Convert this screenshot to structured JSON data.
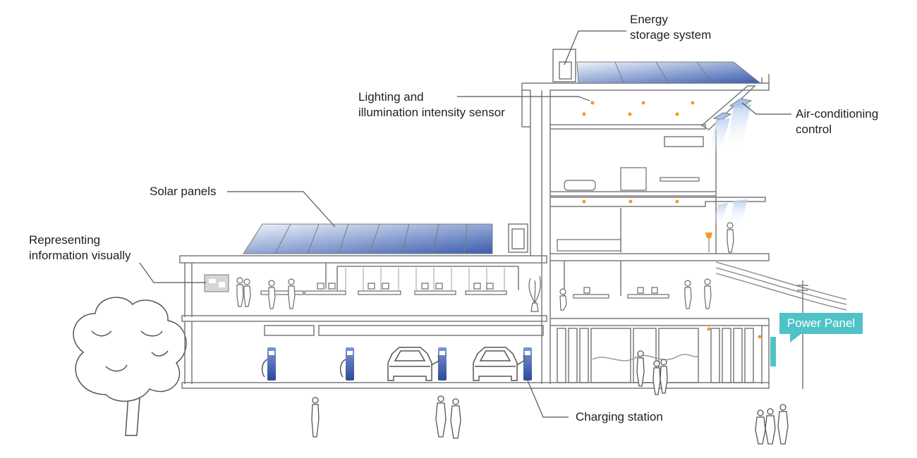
{
  "labels": {
    "energy_storage": [
      "Energy",
      "storage system"
    ],
    "lighting_sensor": [
      "Lighting and",
      "illumination intensity sensor"
    ],
    "air_conditioning": [
      "Air-conditioning",
      "control"
    ],
    "solar_panels": "Solar panels",
    "representing_info": [
      "Representing",
      "information visually"
    ],
    "charging_station": "Charging station",
    "power_panel": "Power Panel"
  },
  "colors": {
    "outline": "#7b7b7b",
    "callout": "#555555",
    "power_panel": "#4fc3c7",
    "solar_light": "#e4eef9",
    "solar_dark": "#3355a8",
    "charger": "#3b5fb0",
    "light_dot": "#f39a1e",
    "ac_beam": "#c9dbf3",
    "person": "#9a9a9a"
  },
  "icons": [
    "tree-icon",
    "car-icon",
    "charger-icon",
    "person-icon",
    "lamp-icon",
    "plant-icon",
    "utility-pole-icon"
  ]
}
